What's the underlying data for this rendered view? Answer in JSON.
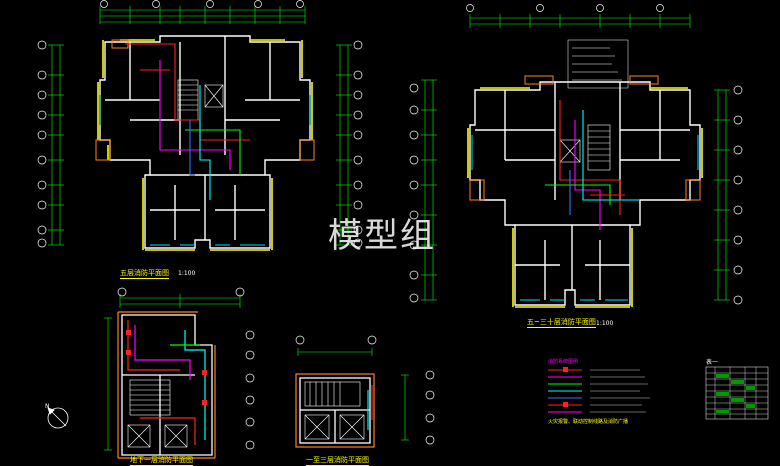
{
  "watermark": "模型组",
  "plans": {
    "left_title": "五层消防平面图",
    "left_scale": "1:100",
    "right_title": "五~三十层消防平面图",
    "right_scale": "1:100",
    "bottom_left_title": "地下一层消防平面图",
    "bottom_mid_title": "一至三层消防平面图"
  },
  "legend": {
    "heading": "消防系统图例",
    "note": "火灾报警、联动控制线路及消防广播"
  },
  "table": {
    "heading": "表一"
  },
  "colors": {
    "wall": "#ffffff",
    "column": "#ffff00",
    "pipe_red": "#ff2020",
    "pipe_magenta": "#ff00ff",
    "pipe_cyan": "#00ffff",
    "pipe_green": "#00ff00",
    "pipe_blue": "#3070ff",
    "window": "#00e0ff",
    "balcony": "#ff8020",
    "grid": "#00c000",
    "dim": "#00ff00"
  }
}
